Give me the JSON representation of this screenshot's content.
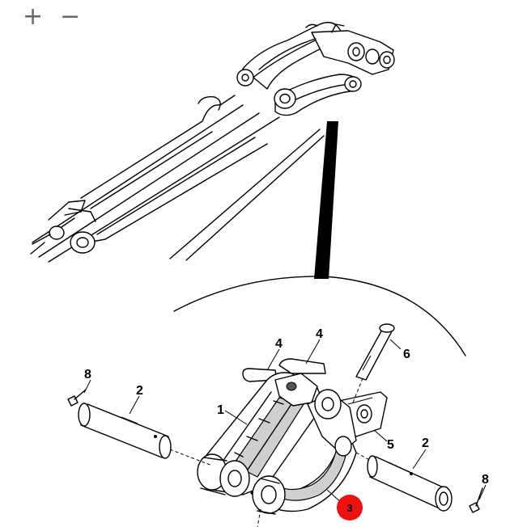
{
  "toolbar": {
    "zoom_in": "+",
    "zoom_out": "−"
  },
  "callouts": {
    "c1": "1",
    "c2_left": "2",
    "c2_right": "2",
    "c3": "3",
    "c4_left": "4",
    "c4_right": "4",
    "c5": "5",
    "c6": "6",
    "c8_left": "8",
    "c8_right": "8"
  },
  "highlight_color": "#ee1111"
}
